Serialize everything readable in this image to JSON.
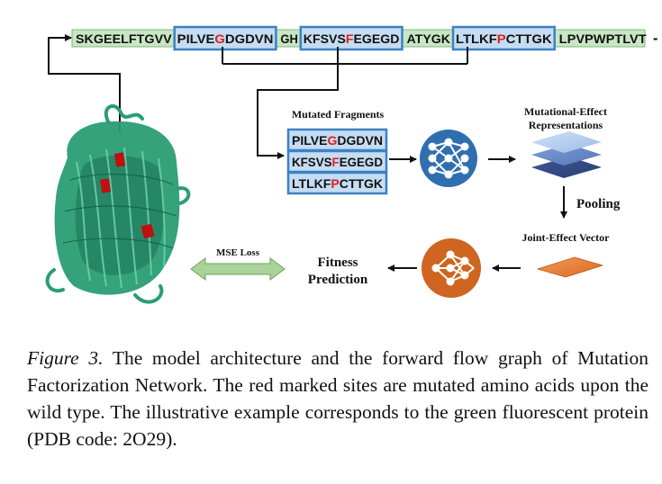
{
  "sequence": {
    "segments": [
      {
        "text": "SKGEELFTGVV",
        "kind": "plain"
      },
      {
        "text": "PILVEGDGDVN",
        "kind": "fragment",
        "mut": 5
      },
      {
        "text": "GH",
        "kind": "plain"
      },
      {
        "text": "KFSVSFEGEGD",
        "kind": "fragment",
        "mut": 5
      },
      {
        "text": "ATYGK",
        "kind": "plain"
      },
      {
        "text": "LTLKFPCTTGK",
        "kind": "fragment",
        "mut": 5
      },
      {
        "text": "LPVPWPTLVT",
        "kind": "plain"
      },
      {
        "text": "···",
        "kind": "plain"
      }
    ]
  },
  "fragments": {
    "title": "Mutated Fragments",
    "items": [
      {
        "prefix": "PILVE",
        "mut": "G",
        "suffix": "DGDVN"
      },
      {
        "prefix": "KFSVS",
        "mut": "F",
        "suffix": "EGEGD"
      },
      {
        "prefix": "LTLKF",
        "mut": "P",
        "suffix": "CTTGK"
      }
    ]
  },
  "labels": {
    "mutational_effect_l1": "Mutational-Effect",
    "mutational_effect_l2": "Representations",
    "pooling": "Pooling",
    "joint_effect": "Joint-Effect Vector",
    "fitness_l1": "Fitness",
    "fitness_l2": "Prediction",
    "mse_loss": "MSE Loss"
  },
  "colors": {
    "sequence_bg": "#c9e6c4",
    "fragment_fill": "#c5dcf2",
    "fragment_border": "#3b82c4",
    "mutation": "#e02020",
    "encoder_blue": "#2f6fb0",
    "decoder_orange": "#cf6520",
    "protein_green": "#2a9d74",
    "mse_arrow": "#a9d39a"
  },
  "caption": {
    "label": "Figure 3.",
    "text": " The model architecture and the forward flow graph of Mutation Factorization Network. The red marked sites are mutated amino acids upon the wild type. The illustrative example corresponds to the green fluorescent protein (PDB code: 2O29)."
  }
}
